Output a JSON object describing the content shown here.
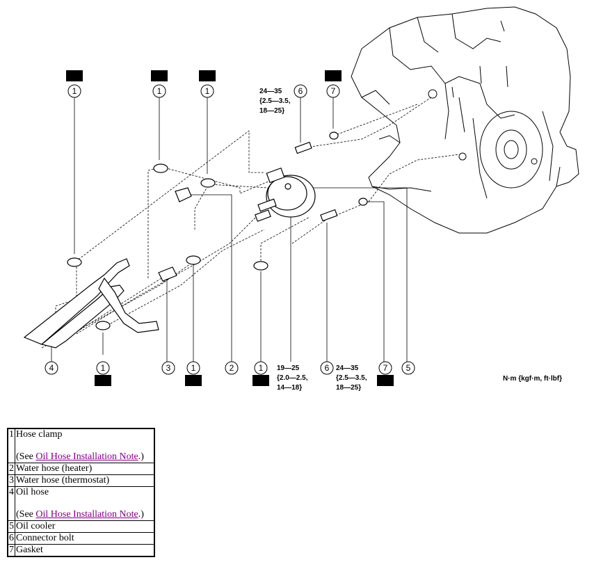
{
  "diagram": {
    "callouts": {
      "top": [
        "1",
        "1",
        "1",
        "6",
        "7"
      ],
      "bottom": [
        "4",
        "1",
        "3",
        "1",
        "2",
        "1",
        "6",
        "7",
        "5"
      ]
    },
    "torque_top": [
      "24—35",
      "{2.5—3.5,",
      "18—25}"
    ],
    "torque_bottom_left": [
      "19—25",
      "{2.0—2.5,",
      "14—18}"
    ],
    "torque_bottom_right": [
      "24—35",
      "{2.5—3.5,",
      "18—25}"
    ],
    "unit_label": "N·m {kgf·m, ft·lbf}"
  },
  "legend": {
    "rows": [
      {
        "num": "1",
        "text": "Hose clamp",
        "see_prefix": "(See ",
        "see_link": "Oil Hose Installation Note",
        "see_suffix": ".)"
      },
      {
        "num": "2",
        "text": "Water hose (heater)"
      },
      {
        "num": "3",
        "text": "Water hose (thermostat)"
      },
      {
        "num": "4",
        "text": "Oil hose",
        "see_prefix": "(See ",
        "see_link": "Oil Hose Installation Note",
        "see_suffix": ".)"
      },
      {
        "num": "5",
        "text": "Oil cooler"
      },
      {
        "num": "6",
        "text": "Connector bolt"
      },
      {
        "num": "7",
        "text": "Gasket"
      }
    ]
  }
}
